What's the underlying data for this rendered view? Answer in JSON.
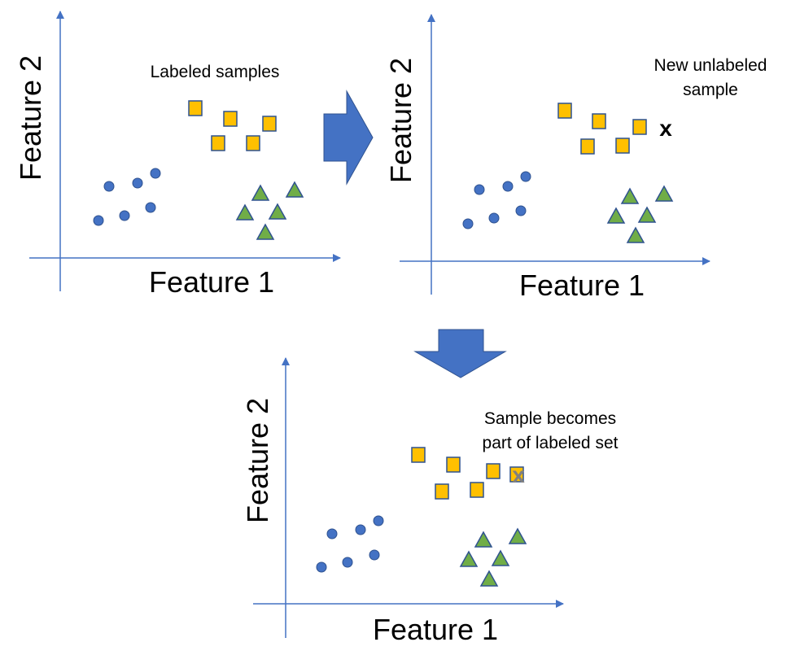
{
  "panels": [
    {
      "xlabel": "Feature 1",
      "ylabel": "Feature 2",
      "caption_lines": [
        "Labeled samples"
      ],
      "new_sample": null
    },
    {
      "xlabel": "Feature 1",
      "ylabel": "Feature 2",
      "caption_lines": [
        "New unlabeled",
        "sample"
      ],
      "new_sample": {
        "glyph": "x",
        "state": "unlabeled"
      }
    },
    {
      "xlabel": "Feature 1",
      "ylabel": "Feature 2",
      "caption_lines": [
        "Sample becomes",
        "part of labeled set"
      ],
      "new_sample": {
        "glyph": "x",
        "state": "labeled-square"
      }
    }
  ],
  "arrows": [
    {
      "direction": "right"
    },
    {
      "direction": "down"
    }
  ],
  "colors": {
    "axis": "#4472C4",
    "circle_fill": "#4472C4",
    "circle_stroke": "#2F528F",
    "square_fill": "#FFC000",
    "square_stroke": "#2F528F",
    "triangle_fill": "#70AD47",
    "triangle_stroke": "#2F528F",
    "block_arrow": "#4472C4",
    "block_arrow_stroke": "#2F528F",
    "x_unlabeled": "#000000",
    "x_labeled": "#808080"
  }
}
